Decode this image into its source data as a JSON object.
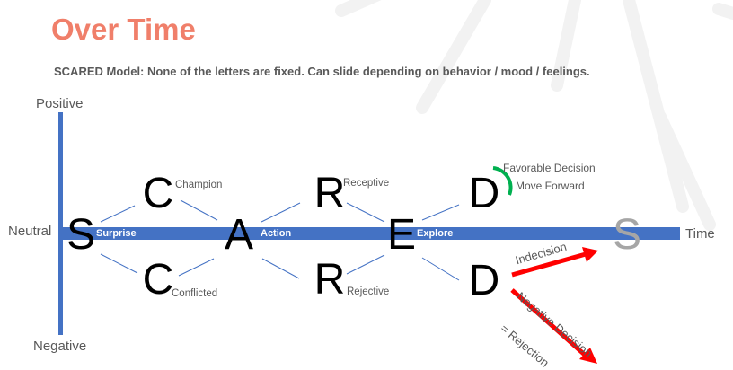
{
  "slide": {
    "title": "Over Time",
    "subtitle": "SCARED Model:  None of the letters are fixed.  Can slide depending on behavior / mood / feelings."
  },
  "axes": {
    "positive": "Positive",
    "neutral": "Neutral",
    "negative": "Negative",
    "time": "Time"
  },
  "letters": {
    "s": "S",
    "c_top": "C",
    "c_bottom": "C",
    "a": "A",
    "r_top": "R",
    "r_bottom": "R",
    "e": "E",
    "d_top": "D",
    "d_bottom": "D",
    "s_end": "S"
  },
  "labels": {
    "surprise": "Surprise",
    "champion": "Champion",
    "conflicted": "Conflicted",
    "action": "Action",
    "receptive": "Receptive",
    "rejective": "Rejective",
    "explore": "Explore",
    "favorable_1": "Favorable Decision",
    "favorable_2": "Move Forward",
    "indecision": "Indecision",
    "negative_1": "Negative Decision",
    "negative_2": "= Rejection"
  },
  "colors": {
    "title": "#f07f6a",
    "axis": "#4472c4",
    "arrow": "#ff0000",
    "favorable": "#00b050",
    "faded_s": "#a6a6a6"
  }
}
